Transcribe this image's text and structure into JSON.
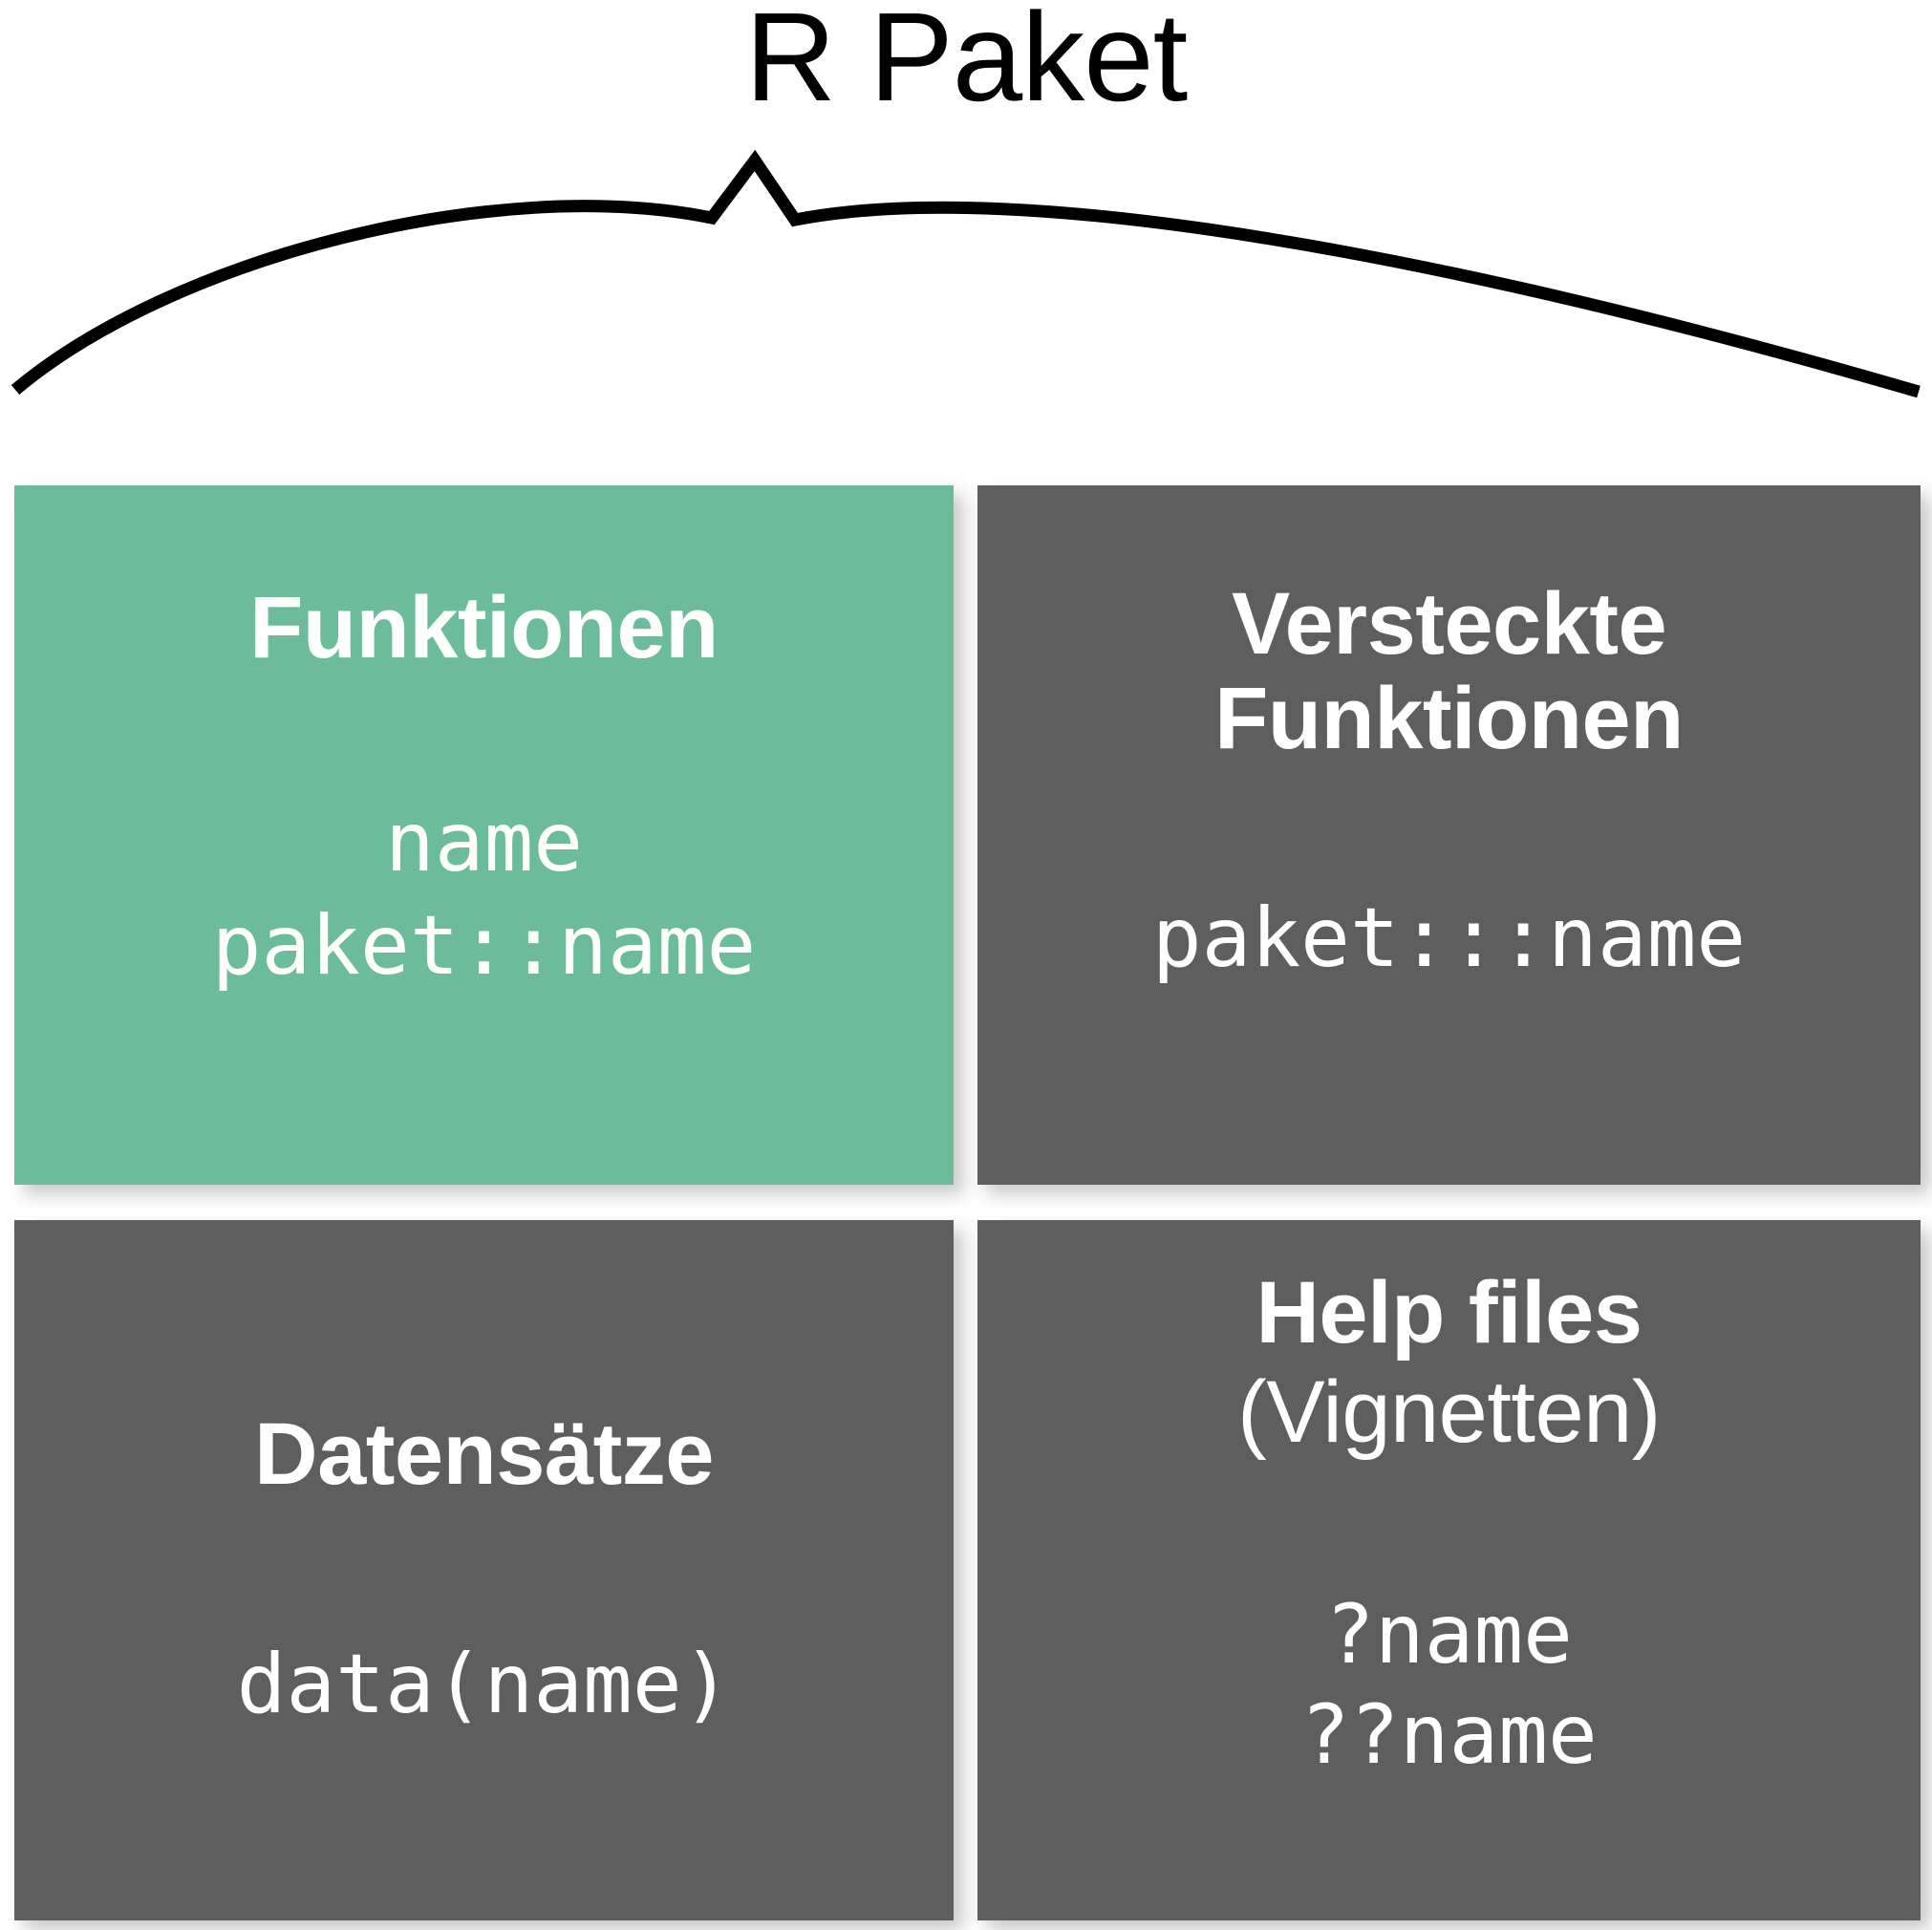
{
  "page": {
    "title": "R Paket",
    "background_color": "#FFFFFF",
    "accent_green": "#6CBC9C",
    "box_gray": "#5E5E5E",
    "text_color": "#FFFFFF",
    "brace_color": "#000000"
  },
  "brace": {
    "name": "curly-brace-connector"
  },
  "boxes": {
    "funktionen": {
      "heading": "Funktionen",
      "code": "name\npaket::name",
      "color": "#6CBC9C"
    },
    "versteckte": {
      "heading": "Versteckte\nFunktionen",
      "code": "paket:::name",
      "color": "#5E5E5E"
    },
    "datensaetze": {
      "heading": "Datensätze",
      "code": "data(name)",
      "color": "#5E5E5E"
    },
    "helpfiles": {
      "heading": "Help files",
      "subheading": "(Vignetten)",
      "code": "?name\n??name",
      "color": "#5E5E5E"
    }
  }
}
